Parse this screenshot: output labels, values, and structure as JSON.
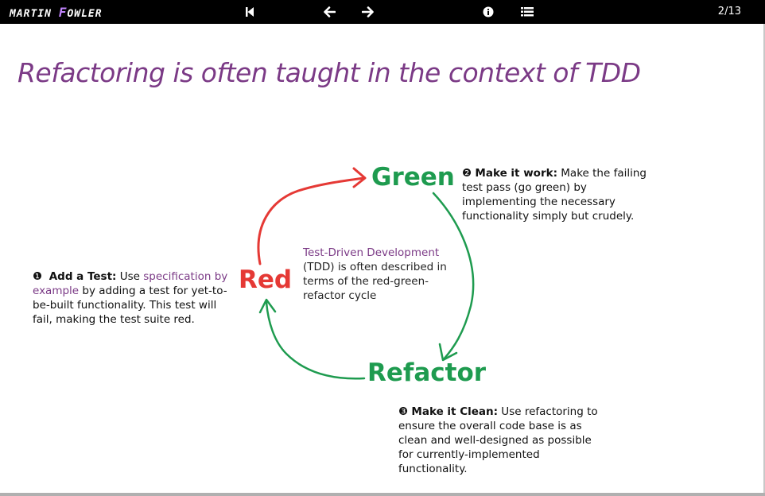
{
  "header": {
    "logo_part1": "MARTIN ",
    "logo_accent": "F",
    "logo_part2": "OWLER",
    "slide_counter": "2/13"
  },
  "nav": {
    "first": "skip-to-start-icon",
    "prev": "arrow-left-icon",
    "next": "arrow-right-icon",
    "info": "info-icon",
    "list": "list-icon"
  },
  "slide": {
    "title": "Refactoring is often taught in the context of TDD",
    "labels": {
      "green": "Green",
      "red": "Red",
      "refactor": "Refactor"
    },
    "center": {
      "link": "Test-Driven Development",
      "text": " (TDD) is often described in terms of the red-green-refactor cycle"
    },
    "note_left": {
      "marker": "❶",
      "heading": "Add a Test:",
      "text1": " Use ",
      "link": "specification by example",
      "text2": " by adding a test for yet-to-be-built functionality. This test will fail, making the test suite red."
    },
    "note_green": {
      "marker": "❷",
      "heading": "Make it work:",
      "text": " Make the failing test pass (go green) by implementing the necessary functionality simply but crudely."
    },
    "note_refactor": {
      "marker": "❸",
      "heading": "Make it Clean:",
      "text": " Use refactoring to ensure the overall code base is as clean and well-designed as possible for currently-implemented functionality."
    }
  },
  "colors": {
    "title": "#7b3a86",
    "green": "#1e9b4f",
    "red": "#e53935",
    "link": "#7b3a86"
  }
}
